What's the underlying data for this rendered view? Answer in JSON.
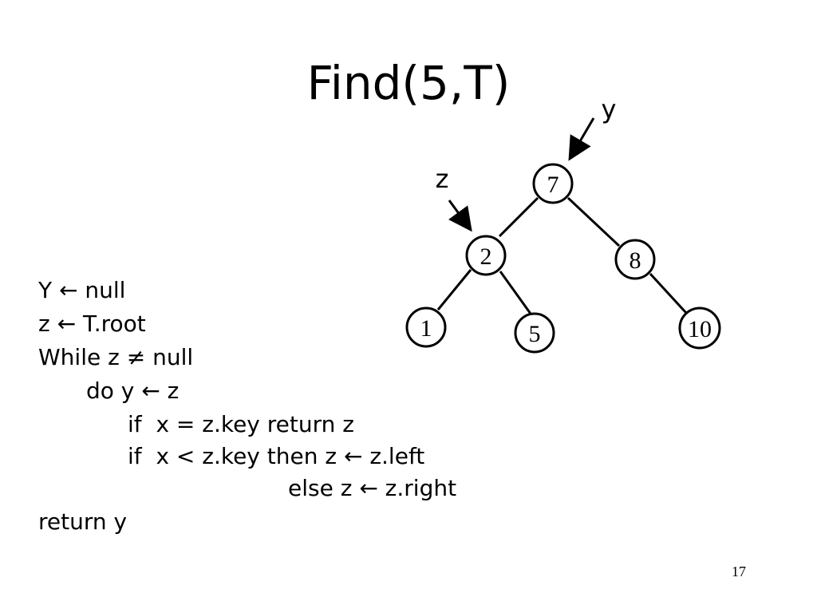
{
  "slide": {
    "title": "Find(5,T)",
    "page_number": "17"
  },
  "tree": {
    "nodes": [
      {
        "id": "n7",
        "label": "7"
      },
      {
        "id": "n2",
        "label": "2"
      },
      {
        "id": "n8",
        "label": "8"
      },
      {
        "id": "n1",
        "label": "1"
      },
      {
        "id": "n5",
        "label": "5"
      },
      {
        "id": "n10",
        "label": "10"
      }
    ],
    "edges": [
      {
        "from": "n7",
        "to": "n2"
      },
      {
        "from": "n7",
        "to": "n8"
      },
      {
        "from": "n2",
        "to": "n1"
      },
      {
        "from": "n2",
        "to": "n5"
      },
      {
        "from": "n8",
        "to": "n10"
      }
    ],
    "pointers": [
      {
        "label": "y",
        "target": "n7"
      },
      {
        "label": "z",
        "target": "n2"
      }
    ]
  },
  "code": {
    "lines": [
      "Y ← null",
      "z ← T.root",
      "While z ≠ null",
      "do y ← z",
      "if  x = z.key return z",
      "if  x < z.key then z ← z.left",
      "else z ← z.right",
      "return y"
    ]
  },
  "colors": {
    "ink": "#000000",
    "background": "#ffffff"
  }
}
